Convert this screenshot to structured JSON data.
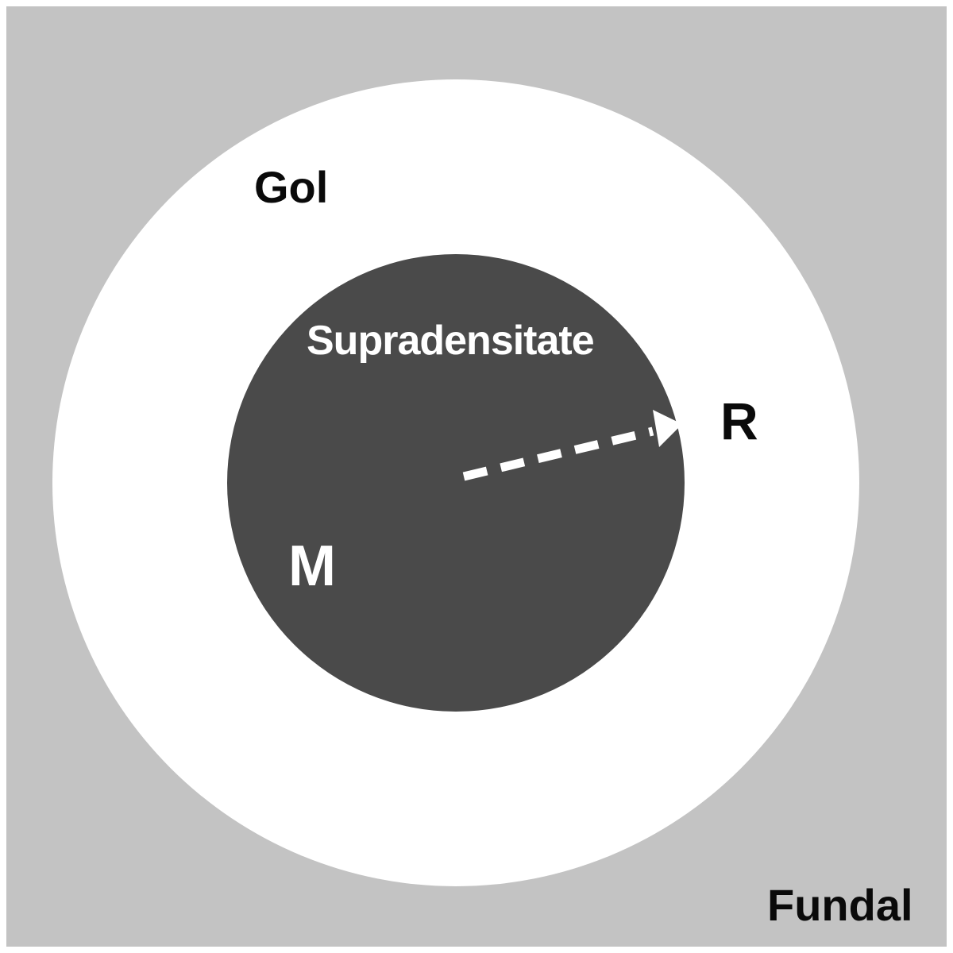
{
  "colors": {
    "background": "#c3c3c3",
    "void": "#ffffff",
    "overdensity": "#4a4a4a",
    "dark_text": "#0a0a0a",
    "light_text": "#ffffff",
    "arrow": "#ffffff"
  },
  "labels": {
    "void": "Gol",
    "overdensity": "Supradensitate",
    "radius": "R",
    "mass": "M",
    "background": "Fundal"
  },
  "arrow": {
    "style": "dashed",
    "direction": "from center toward edge of inner circle"
  }
}
